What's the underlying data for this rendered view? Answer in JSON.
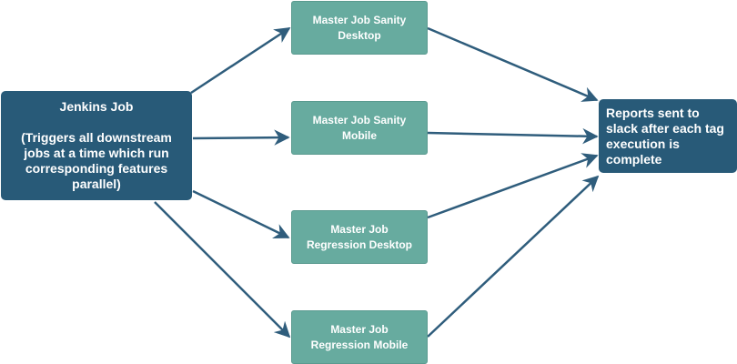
{
  "colors": {
    "dark_box": "#285a78",
    "job_box": "#67ab9f",
    "arrow": "#2f5d7c"
  },
  "jenkins": {
    "title": "Jenkins Job",
    "description": "(Triggers all downstream jobs at a time which run corresponding features parallel)"
  },
  "jobs": {
    "sanity_desktop": [
      "Master Job Sanity",
      "Desktop"
    ],
    "sanity_mobile": [
      "Master Job Sanity",
      "Mobile"
    ],
    "regression_desktop": [
      "Master Job",
      "Regression Desktop"
    ],
    "regression_mobile": [
      "Master Job",
      "Regression Mobile"
    ]
  },
  "reports": {
    "text": "Reports sent to slack after each tag execution is complete"
  }
}
